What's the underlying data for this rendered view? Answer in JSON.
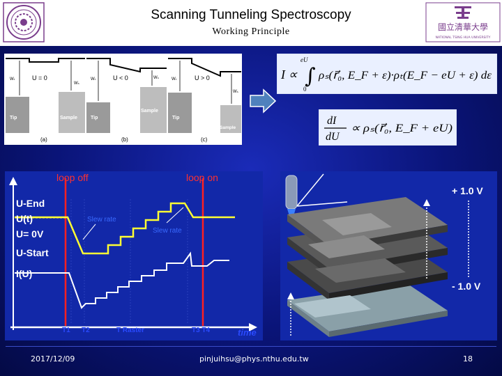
{
  "slide": {
    "title": "Scanning Tunneling Spectroscopy",
    "subtitle": "Working Principle",
    "logo_right_text": "國立清華大學",
    "logo_right_subtext": "NATIONAL TSING HUA UNIVERSITY"
  },
  "band_diagram": {
    "panels": [
      {
        "tip_label": "Tip",
        "sample_label": "Sample",
        "wt": "Wₜ",
        "ws": "Wₛ",
        "bias": "U = 0",
        "caption": "(a)"
      },
      {
        "tip_label": "Tip",
        "sample_label": "Sample",
        "wt": "Wₜ",
        "ws": "Wₛ",
        "bias": "U < 0",
        "caption": "(b)"
      },
      {
        "tip_label": "Tip",
        "sample_label": "Sample",
        "wt": "Wₜ",
        "ws": "Wₛ",
        "bias": "U > 0",
        "caption": "(c)"
      }
    ]
  },
  "equations": {
    "eq1_lhs": "I ∝",
    "eq1_upper": "eU",
    "eq1_lower": "0",
    "eq1_body": "ρₛ(r⃗₀, E_F + ε)·ρₜ(E_F − eU + ε) dε",
    "eq2_num": "dI",
    "eq2_den": "dU",
    "eq2_body": "∝ ρₛ(r⃗₀, E_F + eU)"
  },
  "timing": {
    "loop_off": "loop off",
    "loop_on": "loop on",
    "u_end": "U-End",
    "u_t": "U(t)",
    "u_0": "U= 0V",
    "u_start": "U-Start",
    "i_u": "I(U)",
    "slew1": "Slew rate",
    "slew2": "Slew rate",
    "t1": "T1",
    "t2": "T2",
    "t_raster": "T Raster",
    "t3t4": "T3  T4",
    "time": "time"
  },
  "stack": {
    "top": "+ 1.0 V",
    "bottom": "- 1.0 V"
  },
  "footer": {
    "date": "2017/12/09",
    "email": "pinjuihsu@phys.nthu.edu.tw",
    "page": "18"
  }
}
